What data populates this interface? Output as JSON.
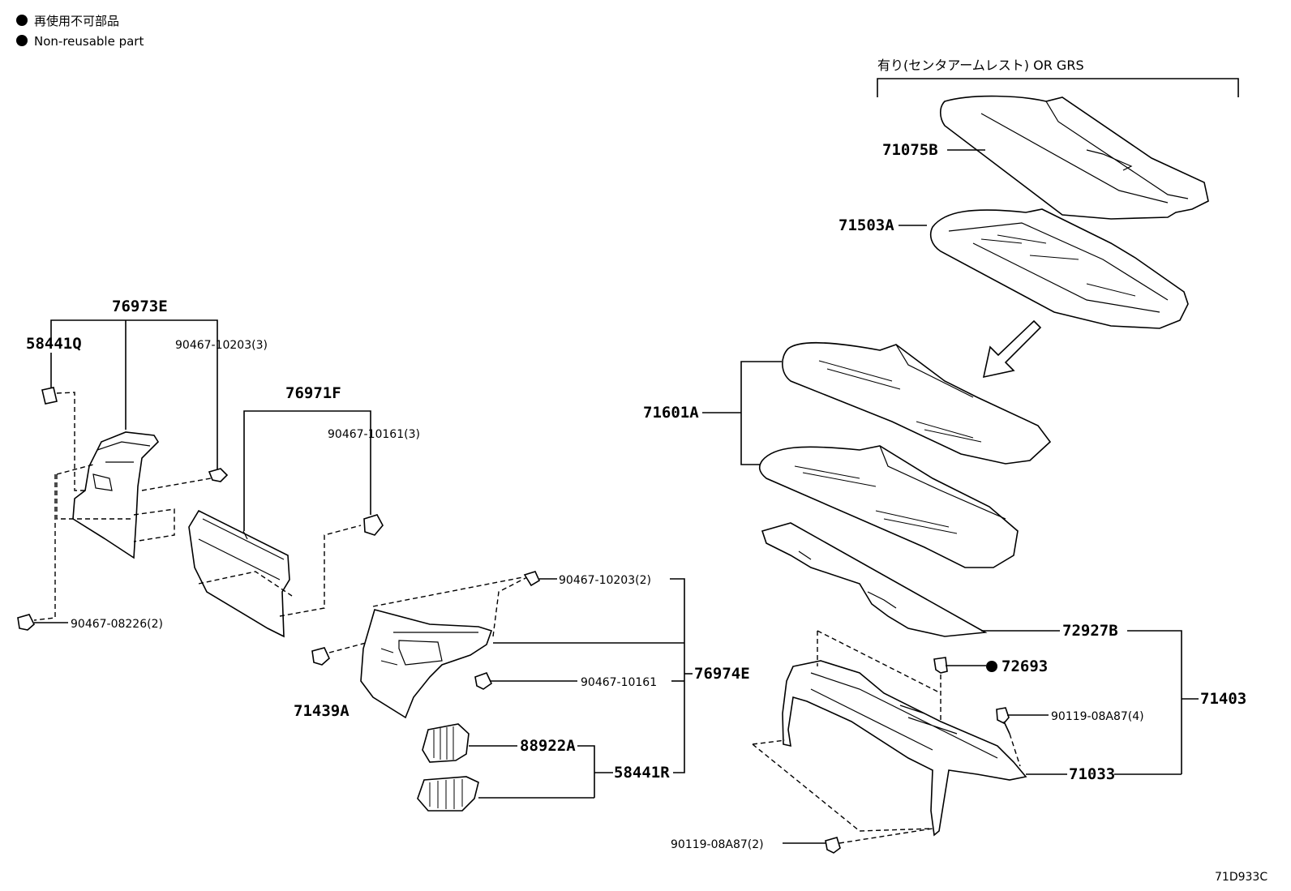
{
  "legend": {
    "jp": "再使用不可部品",
    "en": "Non-reusable part"
  },
  "header_bracket_label": "有り(センタアームレスト) OR GRS",
  "diagram_code": "71D933C",
  "labels": {
    "p71075B": "71075B",
    "p71503A": "71503A",
    "p71601A": "71601A",
    "p72927B": "72927B",
    "p72693": "72693",
    "p71403": "71403",
    "p90119_4": "90119-08A87(4)",
    "p71033": "71033",
    "p90119_2": "90119-08A87(2)",
    "p76973E": "76973E",
    "p58441Q": "58441Q",
    "p90467_10203_3": "90467-10203(3)",
    "p76971F": "76971F",
    "p90467_10161_3": "90467-10161(3)",
    "p90467_08226": "90467-08226(2)",
    "p71439A": "71439A",
    "p90467_10203_2": "90467-10203(2)",
    "p90467_10161": "90467-10161",
    "p76974E": "76974E",
    "p88922A": "88922A",
    "p58441R": "58441R"
  }
}
